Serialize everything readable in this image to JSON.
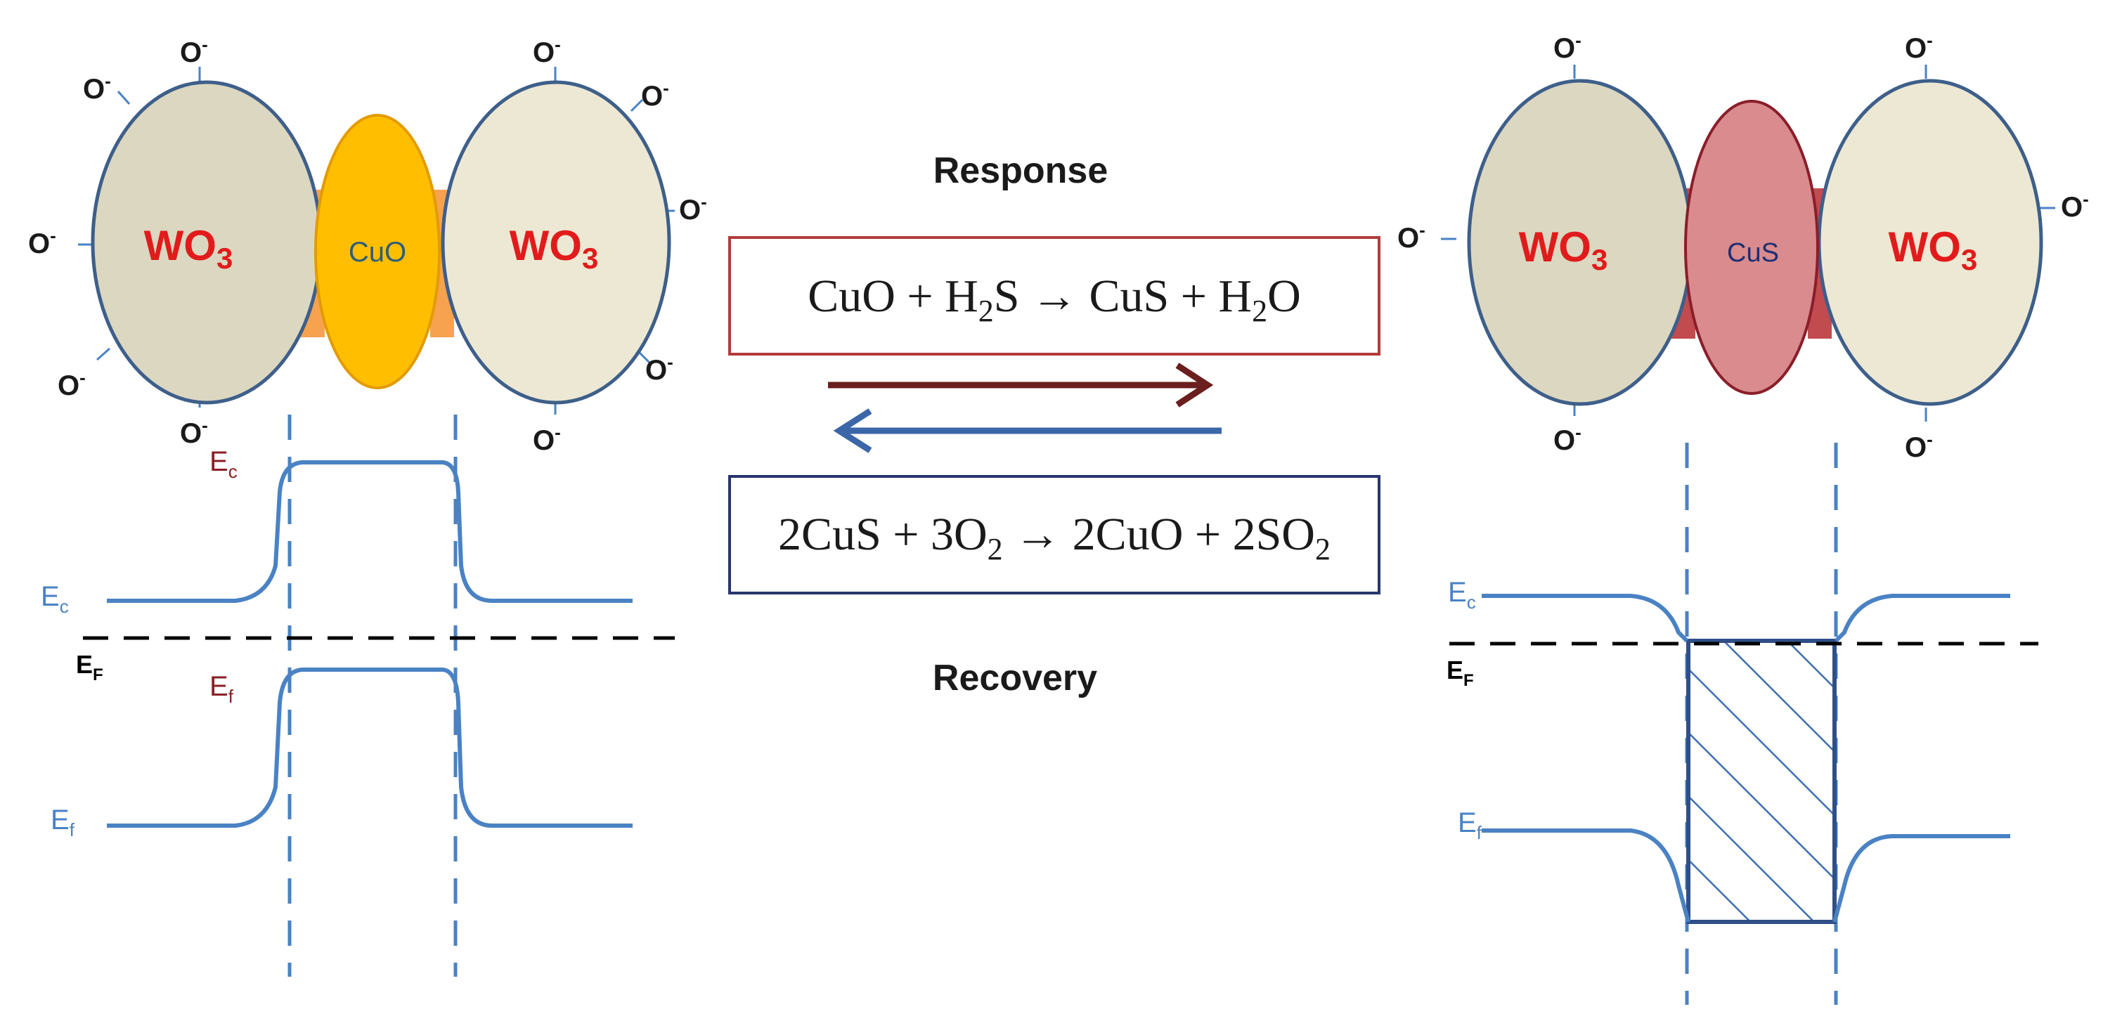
{
  "colors": {
    "wo3_fill": "#dcd7c0",
    "wo3_fill_right": "#ede8d3",
    "grain_stroke": "#3e5f8a",
    "cuo_fill": "#ffbf00",
    "cuo_stroke": "#e39b00",
    "cuo_neck": "#f7a24f",
    "cus_fill": "#d98b8d",
    "cus_stroke": "#8a1e2a",
    "cus_neck": "#c14b4f",
    "label_red": "#e11b1b",
    "cuo_label": "#2f5d7a",
    "cus_label": "#1d2f73",
    "band_blue": "#4a82c4",
    "ef_dark": "#000000",
    "ec_label_dark": "#8b1f24",
    "arrow_forward": "#6b1e1e",
    "arrow_back": "#3b66a8",
    "box_response_border": "#b23b3b",
    "box_recovery_border": "#28356e",
    "text_dark": "#1a1a1a"
  },
  "left_grains": {
    "wo3_left_label": "WO",
    "wo3_left_sub": "3",
    "cuo_label": "CuO",
    "wo3_right_label": "WO",
    "wo3_right_sub": "3",
    "oxygen_ion": "O",
    "oxygen_charge": "-"
  },
  "right_grains": {
    "wo3_left_label": "WO",
    "wo3_left_sub": "3",
    "cus_label": "CuS",
    "wo3_right_label": "WO",
    "wo3_right_sub": "3",
    "oxygen_ion": "O",
    "oxygen_charge": "-"
  },
  "middle": {
    "response_title": "Response",
    "recovery_title": "Recovery",
    "response_eq": {
      "p1": "CuO + H",
      "s1": "2",
      "p2": "S → CuS + H",
      "s2": "2",
      "p3": "O"
    },
    "recovery_eq": {
      "p1": "2CuS + 3O",
      "s1": "2",
      "p2": " → 2CuO + 2SO",
      "s2": "2"
    }
  },
  "left_bands": {
    "ec_top": {
      "main": "E",
      "sub": "c"
    },
    "ec_side": {
      "main": "E",
      "sub": "c"
    },
    "ef_fermi": {
      "main": "E",
      "sub": "F"
    },
    "ef_mid": {
      "main": "E",
      "sub": "f"
    },
    "ef_side": {
      "main": "E",
      "sub": "f"
    }
  },
  "right_bands": {
    "ec_side": {
      "main": "E",
      "sub": "c"
    },
    "ef_fermi": {
      "main": "E",
      "sub": "F"
    },
    "ef_side": {
      "main": "E",
      "sub": "f"
    }
  }
}
